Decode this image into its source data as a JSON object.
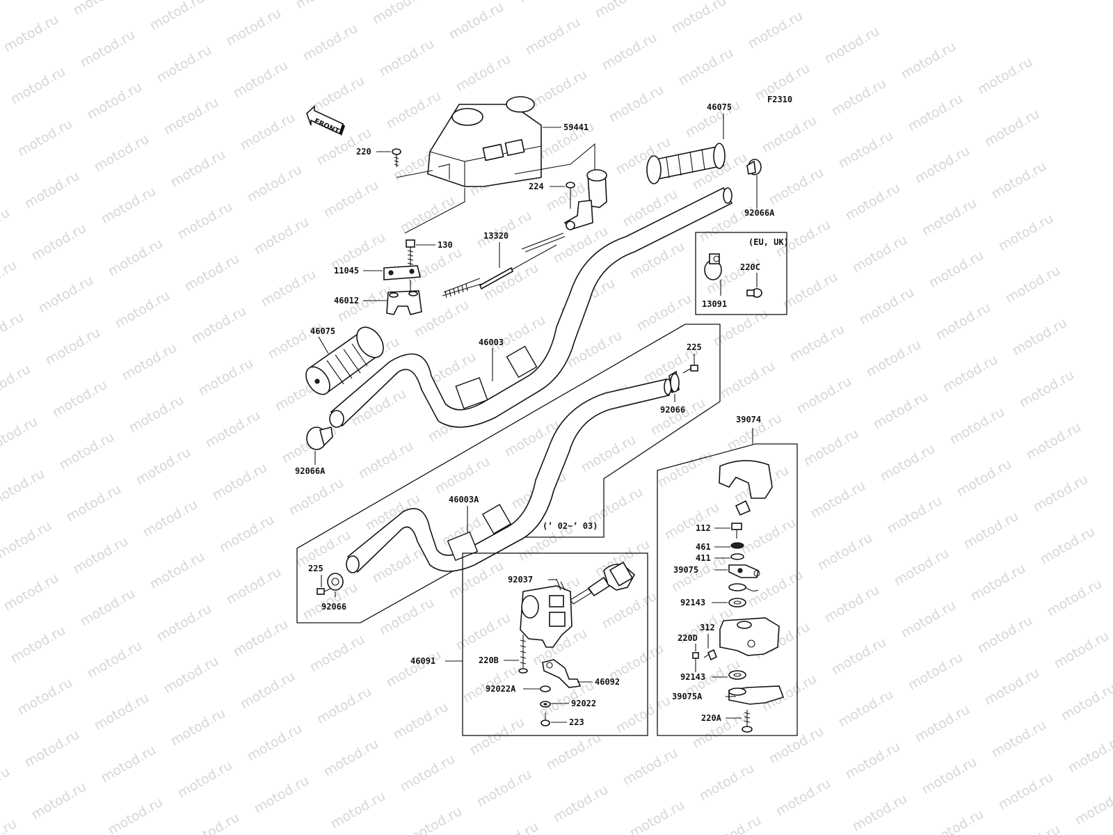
{
  "watermark": "motod.ru",
  "figure_code": "F2310",
  "front_label": "FRONT",
  "labels": {
    "l59441": "59441",
    "l220": "220",
    "l224": "224",
    "l46075_top": "46075",
    "l92066A_top": "92066A",
    "l13320": "13320",
    "l130": "130",
    "l11045": "11045",
    "l46012": "46012",
    "l46075_left": "46075",
    "l46003": "46003",
    "l92066A_left": "92066A",
    "l225_top": "225",
    "l92066_top": "92066",
    "l46003A": "46003A",
    "l0203": "(’ 02~’ 03)",
    "l225_bot": "225",
    "l92066_bot": "92066",
    "lEUUK": "(EU, UK)",
    "l220C": "220C",
    "l13091": "13091",
    "l39074": "39074",
    "l112": "112",
    "l461": "461",
    "l411": "411",
    "l39075": "39075",
    "l92143_a": "92143",
    "l312": "312",
    "l220D": "220D",
    "l92143_b": "92143",
    "l39075A": "39075A",
    "l220A": "220A",
    "l92037": "92037",
    "l46091": "46091",
    "l220B": "220B",
    "l46092": "46092",
    "l92022A": "92022A",
    "l92022": "92022",
    "l223": "223"
  }
}
